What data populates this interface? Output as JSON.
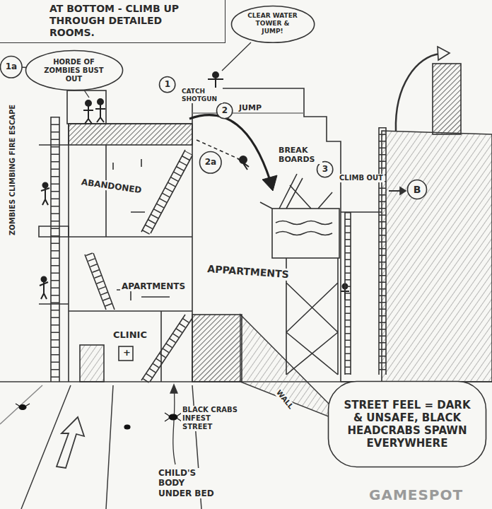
{
  "diagram": {
    "nodes": [
      {
        "text": [
          "AT BOTTOM - CLIMB UP THROUGH DETAILED ROOMS."
        ]
      },
      {
        "text": [
          "CLEAR WATER TOWER & JUMP!"
        ]
      },
      {
        "text": [
          "1a"
        ]
      },
      {
        "text": [
          "HORDE OF ZOMBIES BUST OUT"
        ]
      },
      {
        "text": [
          "1"
        ]
      },
      {
        "text": [
          "2"
        ]
      },
      {
        "text": [
          "2a"
        ]
      },
      {
        "text": [
          "3"
        ]
      },
      {
        "text": [
          "B"
        ]
      },
      {
        "text": [
          "STREET FEEL = DARK & UNSAFE, BLACK HEADCRABS SPAWN EVERYWHERE"
        ]
      }
    ],
    "labels": [
      "CATCH SHOTGUN",
      "JUMP",
      "BREAK BOARDS",
      "CLIMB OUT",
      "ZOMBIES CLIMBING FIRE ESCAPE",
      "ABANDONED",
      "APARTMENTS",
      "APPARTMENTS",
      "CLINIC",
      "+",
      "BLACK CRABS INFEST STREET",
      "WALL",
      "CHILD'S BODY UNDER BED",
      "GAMESPOT"
    ]
  }
}
